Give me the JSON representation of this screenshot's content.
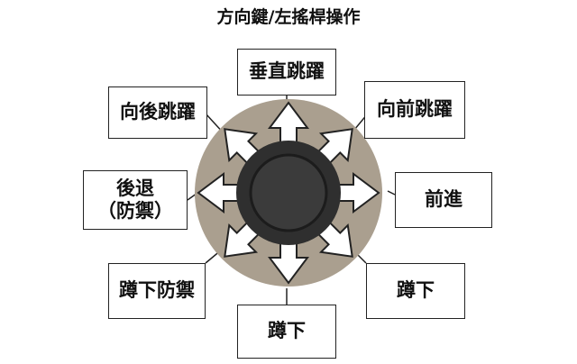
{
  "title": "方向鍵/左搖桿操作",
  "colors": {
    "ring": "#aa9f8f",
    "knob_outer": "#2f2f2f",
    "knob_inner": "#3b3b3b",
    "arrow_fill": "#ffffff",
    "arrow_stroke": "#222222",
    "box_border": "#222222"
  },
  "labels": {
    "up": "垂直跳躍",
    "up_left": "向後跳躍",
    "up_right": "向前跳躍",
    "left_line1": "後退",
    "left_line2": "（防禦）",
    "right": "前進",
    "down_left": "蹲下防禦",
    "down": "蹲下",
    "down_right": "蹲下"
  }
}
